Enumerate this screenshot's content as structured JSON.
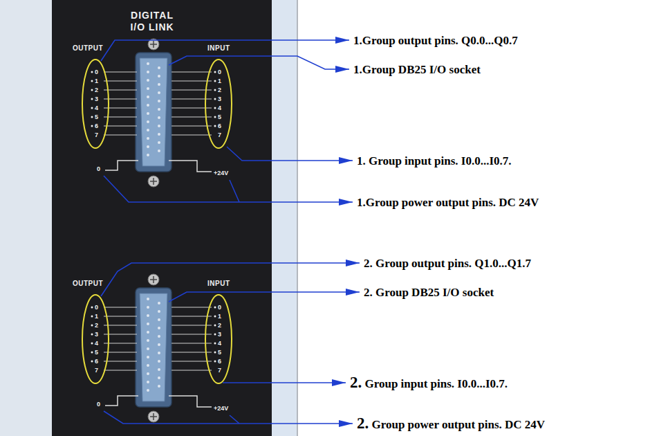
{
  "diagram": {
    "nodes": [
      {
        "text": [
          "DIGITAL I/O LINK"
        ]
      }
    ],
    "labels": [
      "OUTPUT",
      "INPUT",
      "0",
      "1",
      "2",
      "3",
      "4",
      "5",
      "6",
      "7",
      "0",
      "1",
      "2",
      "3",
      "4",
      "5",
      "6",
      "7",
      "0",
      "+24V",
      "OUTPUT",
      "INPUT",
      "0",
      "1",
      "2",
      "3",
      "4",
      "5",
      "6",
      "7",
      "0",
      "1",
      "2",
      "3",
      "4",
      "5",
      "6",
      "7",
      "0",
      "+24V",
      "1.Group output pins. Q0.0...Q0.7",
      "1.Group DB25 I/O socket",
      "1. Group input pins. I0.0...I0.7.",
      "1.Group power output pins. DC 24V",
      "2. Group output pins. Q1.0...Q1.7",
      "2. Group DB25 I/O socket",
      "2. Group input pins. I0.0...I0.7.",
      "2. Group power output pins. DC 24V"
    ]
  }
}
